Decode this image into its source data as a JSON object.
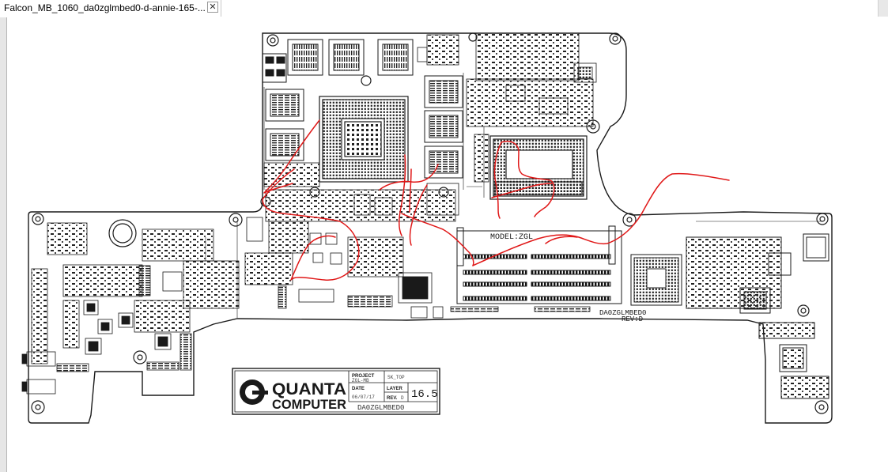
{
  "tab": {
    "title": "Falcon_MB_1060_da0zglmbed0-d-annie-165-...",
    "close_glyph": "✕"
  },
  "board": {
    "model_label": "MODEL:ZGL",
    "pcb_code": "DA0ZGLMBED0",
    "rev": "REV:D"
  },
  "title_block": {
    "logo_line1": "QUANTA",
    "logo_line2": "COMPUTER",
    "project_label": "PROJECT",
    "project_value": "ZGL-MB",
    "side_value": "SK_TOP",
    "date_label": "DATE",
    "date_value": "06/07/17",
    "layer_label": "LAYER",
    "rev_label": "REV.",
    "rev_value": "D",
    "layer_count": "16.5",
    "part_number": "DA0ZGLMBED0"
  },
  "colors": {
    "ink": "#1a1a1a",
    "annotation_red": "#e01818",
    "background": "#ffffff",
    "frame": "#e6e6e6"
  }
}
